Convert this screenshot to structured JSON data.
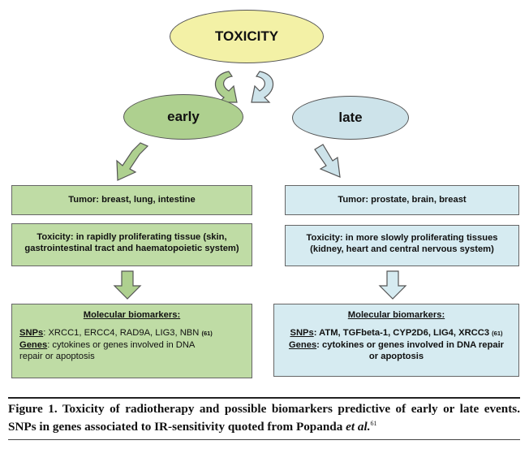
{
  "center": {
    "label": "TOXICITY"
  },
  "early": {
    "label": "early",
    "tumor": "Tumor: breast, lung, intestine",
    "toxicity_line1": "Toxicity: in rapidly proliferating tissue (skin,",
    "toxicity_line2": "gastrointestinal tract and haematopoietic system)",
    "biomarkers_title": "Molecular biomarkers:",
    "snps_label": "SNPs",
    "snps_text": ": XRCC1, ERCC4, RAD9A, LIG3, NBN",
    "snps_ref": "(61)",
    "genes_text": "Genes",
    "genes_rest": ": cytokines or genes involved in DNA",
    "genes_line2": "repair or apoptosis"
  },
  "late": {
    "label": "late",
    "tumor": "Tumor: prostate, brain, breast",
    "toxicity_line1": "Toxicity: in more slowly proliferating tissues",
    "toxicity_line2": "(kidney, heart and central nervous system)",
    "biomarkers_title": "Molecular biomarkers:",
    "snps_label": "SNPs",
    "snps_text": ": ATM, TGFbeta-1, CYP2D6, LIG4, XRCC3",
    "snps_ref": "(61)",
    "genes_text": "Genes",
    "genes_rest": ": cytokines or genes involved in DNA repair",
    "genes_line2": "or apoptosis"
  },
  "caption": {
    "lead": "Figure 1. Toxicity of radiotherapy and possible biomarkers predictive of early or late events. SNPs in genes associated to IR-sensitivity quoted from Popanda ",
    "etal": "et al.",
    "ref": "61"
  },
  "colors": {
    "green": "#aed08f",
    "blue": "#cde3ea",
    "yellow": "#f3f1a6"
  }
}
